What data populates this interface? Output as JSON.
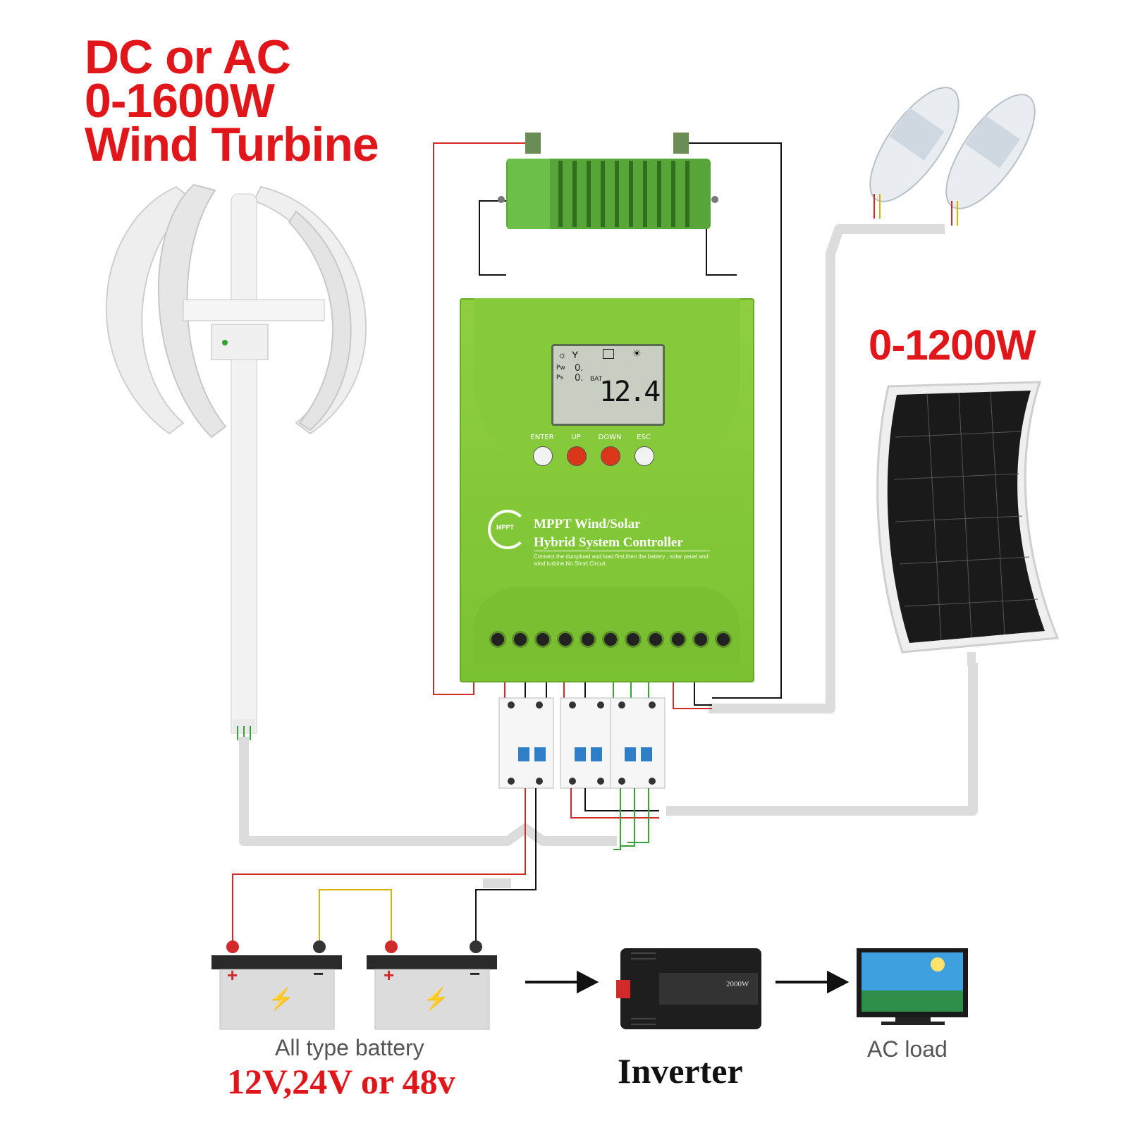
{
  "wind_turbine": {
    "title_lines": [
      "DC or AC",
      "0-1600W",
      "Wind Turbine"
    ]
  },
  "solar_panel": {
    "title": "0-1200W"
  },
  "controller": {
    "lcd_value": "12.4",
    "lcd_labels": [
      "Pw",
      "Ps",
      "BAT"
    ],
    "lcd_pw_value": "0.",
    "lcd_ps_value": "0.",
    "buttons": [
      {
        "label": "ENTER",
        "color": "#f2f2f2"
      },
      {
        "label": "UP",
        "color": "#d9361a"
      },
      {
        "label": "DOWN",
        "color": "#d9361a"
      },
      {
        "label": "ESC",
        "color": "#f2f2f2"
      }
    ],
    "brand_line1": "MPPT Wind/Solar",
    "brand_line2": "Hybrid System Controller",
    "brand_note": "Connect the dumpload and load first,then the battery , solar panel and wind turbine.No Short Circuit.",
    "logo_text": "MPPT"
  },
  "battery": {
    "caption": "All type battery",
    "voltage": "12V,24V or 48v",
    "plus": "+",
    "minus": "−"
  },
  "inverter": {
    "caption": "Inverter",
    "rating": "2000W"
  },
  "ac_load": {
    "caption": "AC load"
  },
  "colors": {
    "title_red": "#e0161b",
    "controller_green": "#86c93a",
    "wire_red": "#d22a2a",
    "wire_black": "#111111",
    "wire_green": "#3aa03a",
    "wire_yellow": "#d8b400",
    "cable_gray": "#d9d9d9"
  }
}
